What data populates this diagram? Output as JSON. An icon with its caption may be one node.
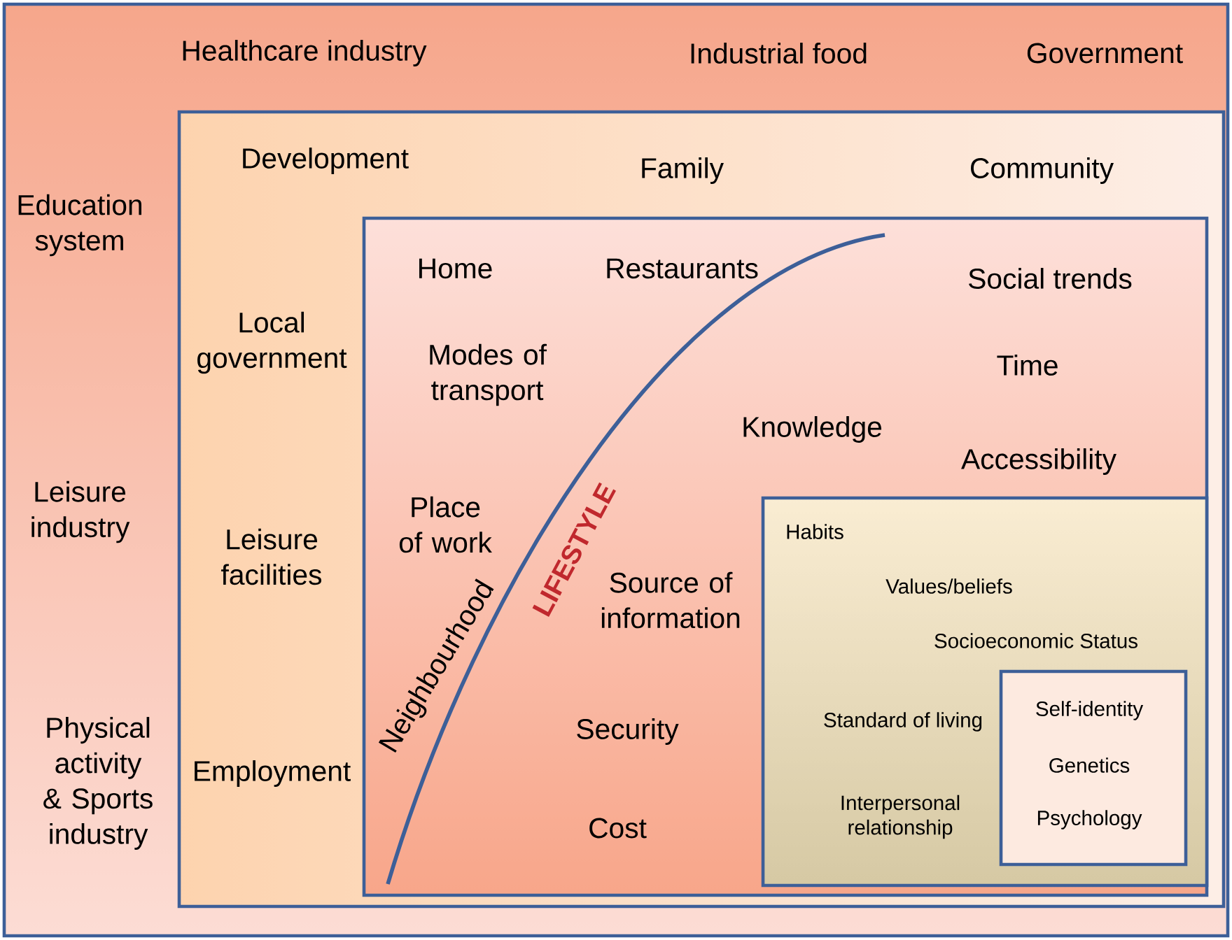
{
  "diagram": {
    "nodes": [
      {
        "text": [
          "Healthcare industry",
          "Industrial food",
          "Government",
          "Education system",
          "Leisure industry",
          "Physical activity & Sports industry"
        ]
      },
      {
        "text": [
          "Development",
          "Family",
          "Community",
          "Local government",
          "Leisure facilities",
          "Employment"
        ],
        "in": 0
      },
      {
        "text": [
          "Home",
          "Restaurants",
          "Social trends",
          "Modes of transport",
          "Time",
          "Knowledge",
          "Accessibility",
          "Place of work",
          "LIFESTYLE",
          "Source of information",
          "Neighbourhood",
          "Security",
          "Cost"
        ],
        "in": 1
      },
      {
        "text": [
          "Habits",
          "Values/beliefs",
          "Socioeconomic Status",
          "Standard of living",
          "Interpersonal relationship"
        ],
        "in": 2
      },
      {
        "text": [
          "Self-identity",
          "Genetics",
          "Psychology"
        ],
        "in": 3
      }
    ]
  }
}
